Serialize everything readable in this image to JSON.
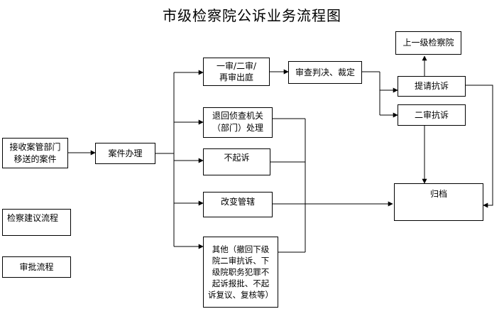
{
  "title": "市级检察院公诉业务流程图",
  "nodes": {
    "receive_case": "接收案管部门\n移送的案件",
    "handle_case": "案件办理",
    "trial_appearance": "一审/二审/\n再审出庭",
    "return_investigation": "退回侦查机关\n（部门）处理",
    "no_prosecution": "不起诉",
    "change_jurisdiction": "改变管辖",
    "others": "其他（撤回下级\n院二审抗诉、下\n级院职务犯罪不\n起诉报批、不起\n诉复议、复核等）",
    "review_judgment": "审查判决、裁定",
    "superior_procuratorate": "上一级检察院",
    "request_protest": "提请抗诉",
    "second_instance_protest": "二审抗诉",
    "archive": "归档",
    "procuratorial_suggestion": "检察建议流程",
    "approval_process": "审批流程"
  }
}
